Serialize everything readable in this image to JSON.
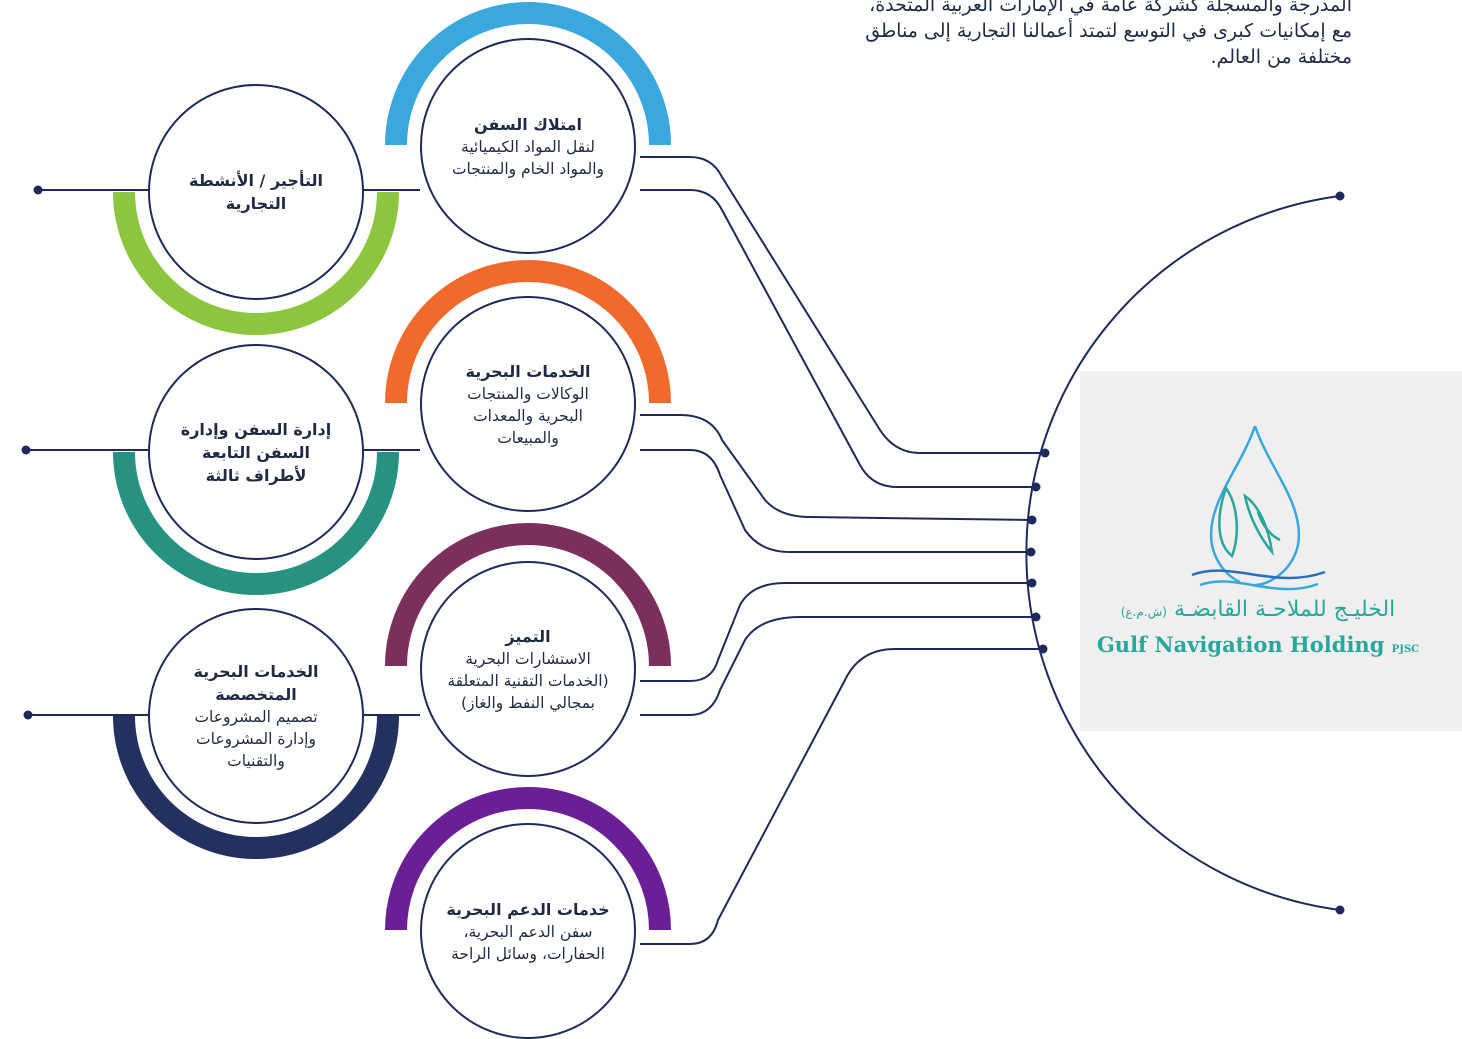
{
  "intro_lines": [
    "المدرجة والمسجلة كشركة عامة في الإمارات العربية المتحدة،",
    "مع إمكانيات كبرى في التوسع لتمتد أعمالنا التجارية إلى مناطق",
    "مختلفة من العالم."
  ],
  "nodes": {
    "ship_ownership": {
      "title": "امتلاك السفن",
      "subtitle": "لنقل المواد الكيميائية والمواد الخام والمنتجات",
      "color": "#3aa8dd"
    },
    "chartering": {
      "title": "التأجير / الأنشطة التجارية",
      "subtitle": "",
      "color": "#8cc63f"
    },
    "marine_services": {
      "title": "الخدمات البحرية",
      "subtitle": "الوكالات والمنتجات البحرية والمعدات والمبيعات",
      "color": "#f26a2b"
    },
    "ship_management": {
      "title": "إدارة السفن وإدارة السفن التابعة لأطراف ثالثة",
      "subtitle": "",
      "color": "#26927f"
    },
    "excellence": {
      "title": "التميز",
      "subtitle": "الاستشارات البحرية (الخدمات التقنية المتعلقة بمجالي النفط والغاز)",
      "color": "#7b2f5b"
    },
    "specialized_services": {
      "title": "الخدمات البحرية المتخصصة",
      "subtitle": "تصميم المشروعات وإدارة المشروعات والتقنيات",
      "color": "#24305e"
    },
    "support_services": {
      "title": "خدمات الدعم البحرية",
      "subtitle": "سفن الدعم البحرية، الحفارات، وسائل الراحة",
      "color": "#6b1f96"
    }
  },
  "logo": {
    "name_ar": "الخليـج للملاحـة القابضـة",
    "suffix_ar": "(ش.م.ع)",
    "name_en": "Gulf Navigation Holding",
    "suffix_en": "PJSC",
    "color": "#2aa79b"
  },
  "line_color": "#1f2a5a"
}
